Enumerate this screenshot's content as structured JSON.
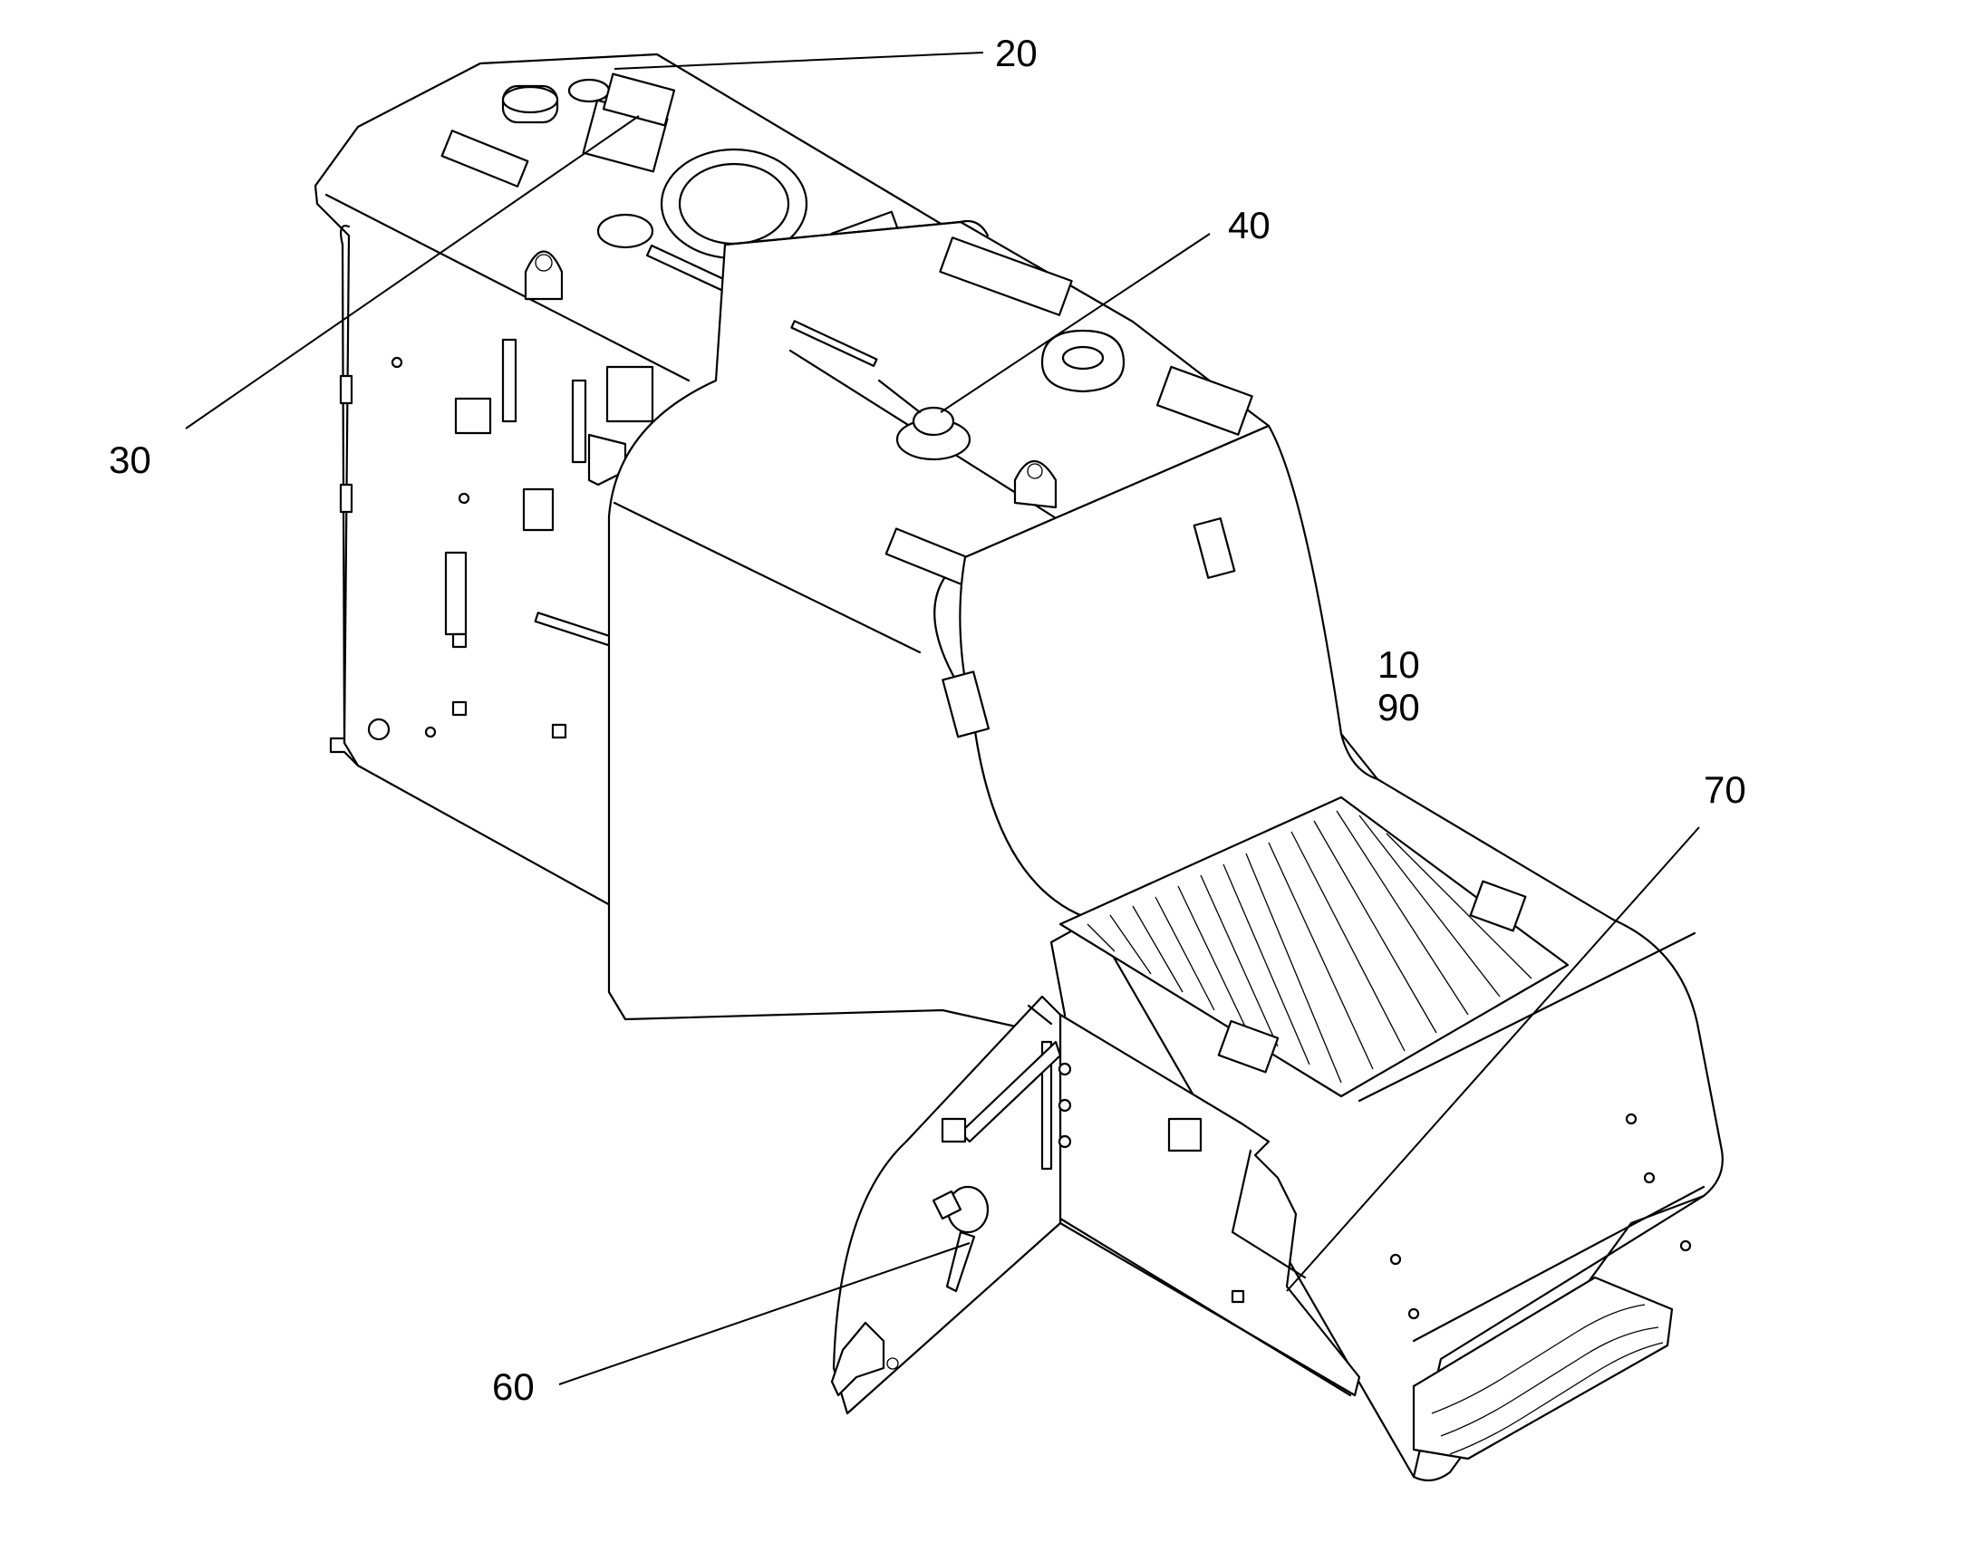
{
  "callouts": {
    "c20": "20",
    "c30": "30",
    "c40": "40",
    "c10": "10",
    "c90": "90",
    "c70": "70",
    "c60": "60"
  },
  "colors": {
    "line": "#000000",
    "background": "#ffffff"
  }
}
